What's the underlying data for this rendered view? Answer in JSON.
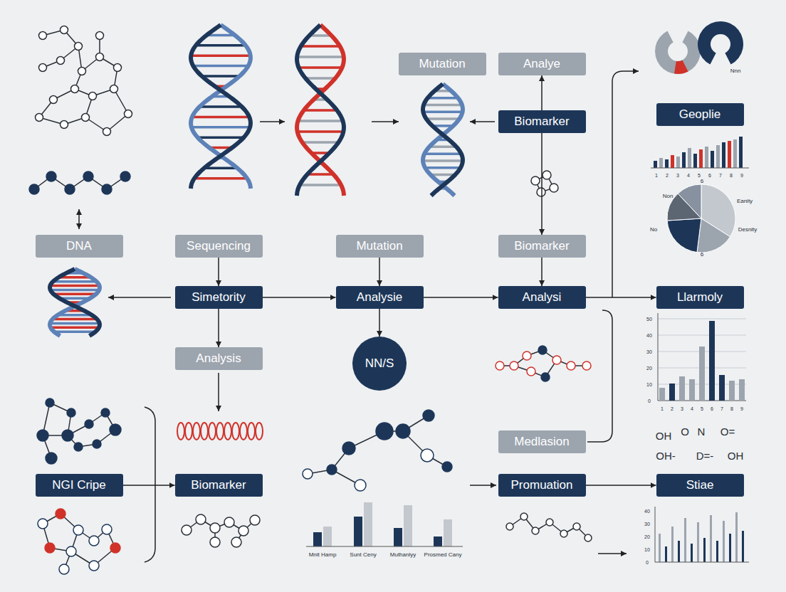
{
  "diagram": {
    "nodes": [
      {
        "text": [
          "Mutation"
        ]
      },
      {
        "text": [
          "Analye"
        ]
      },
      {
        "text": [
          "Biomarker"
        ]
      },
      {
        "text": [
          "Geoplie"
        ]
      },
      {
        "text": [
          "DNA"
        ]
      },
      {
        "text": [
          "Sequencing"
        ]
      },
      {
        "text": [
          "Mutation"
        ]
      },
      {
        "text": [
          "Biomarker"
        ]
      },
      {
        "text": [
          "Simetority"
        ]
      },
      {
        "text": [
          "Analysie"
        ]
      },
      {
        "text": [
          "Analysi"
        ]
      },
      {
        "text": [
          "Llarmoly"
        ]
      },
      {
        "text": [
          "Analysis"
        ]
      },
      {
        "text": [
          "NN/S"
        ]
      },
      {
        "text": [
          "Medlasion"
        ]
      },
      {
        "text": [
          "NGI Cripe"
        ]
      },
      {
        "text": [
          "Biomarker"
        ]
      },
      {
        "text": [
          "Promuation"
        ]
      },
      {
        "text": [
          "Stiae"
        ]
      }
    ],
    "edges": [
      {
        "from": 2,
        "to": 1,
        "arrow": "to"
      },
      {
        "from": 2,
        "to": 7,
        "arrow": "to"
      },
      {
        "from": 5,
        "to": 8,
        "arrow": "to"
      },
      {
        "from": 8,
        "to": 9,
        "arrow": "to"
      },
      {
        "from": 8,
        "to": 12,
        "arrow": "to"
      },
      {
        "from": 6,
        "to": 9,
        "arrow": "to"
      },
      {
        "from": 9,
        "to": 10,
        "arrow": "to"
      },
      {
        "from": 9,
        "to": 13,
        "arrow": "to"
      },
      {
        "from": 7,
        "to": 10,
        "arrow": "to"
      },
      {
        "from": 10,
        "to": 11,
        "arrow": "to"
      },
      {
        "from": 15,
        "to": 16,
        "arrow": "to"
      },
      {
        "from": 17,
        "to": 18,
        "arrow": "to"
      }
    ],
    "labels": [
      "Nnn",
      "Non",
      "Eanity",
      "Desnity",
      "No",
      "6",
      "6",
      "1",
      "2",
      "3",
      "4",
      "5",
      "6",
      "7",
      "8",
      "9",
      "50",
      "40",
      "30",
      "20",
      "10",
      "0",
      "1",
      "2",
      "3",
      "4",
      "5",
      "6",
      "7",
      "8",
      "9",
      "Mnit Hamp",
      "Sunt Ceny",
      "Muthanlyy",
      "Prosmed Cany",
      "OH",
      "O",
      "N",
      "O=",
      "OH-",
      "D=-",
      "OH",
      "40",
      "30",
      "20",
      "10",
      "0"
    ]
  }
}
